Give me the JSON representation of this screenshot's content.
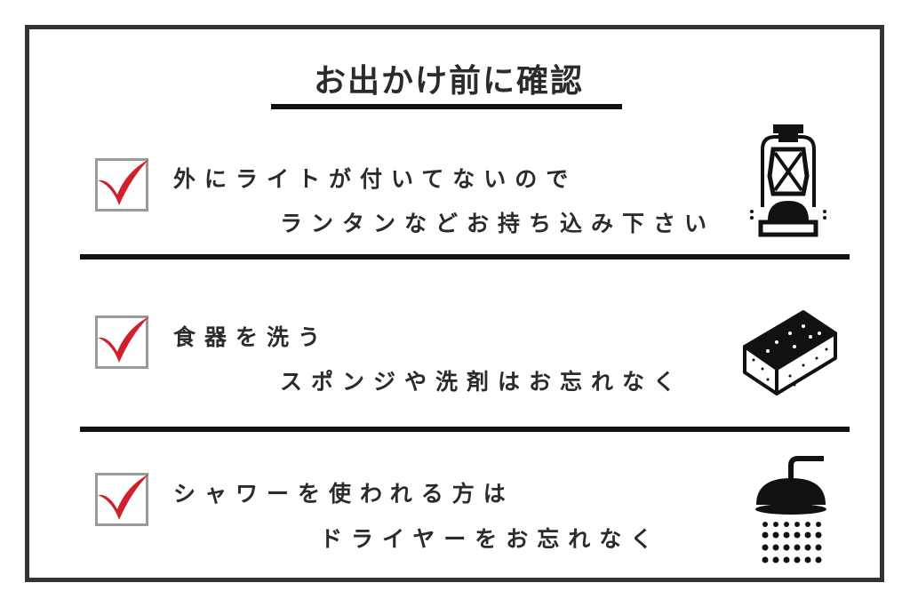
{
  "title": "お出かけ前に確認",
  "items": [
    {
      "line1": "外にライトが付いてないので",
      "line2": "ランタンなどお持ち込み下さい",
      "icon": "lantern-icon",
      "checked": true
    },
    {
      "line1": "食器を洗う",
      "line2": "スポンジや洗剤はお忘れなく",
      "icon": "sponge-icon",
      "checked": true
    },
    {
      "line1": "シャワーを使われる方は",
      "line2": "ドライヤーをお忘れなく",
      "icon": "shower-icon",
      "checked": true
    }
  ],
  "colors": {
    "check": "#d0202a",
    "box": "#9a9a9a",
    "text": "#2b2b2b"
  }
}
